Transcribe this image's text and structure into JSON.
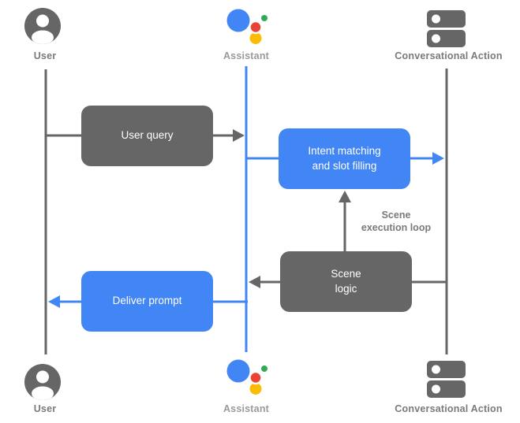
{
  "diagram": {
    "actors": {
      "top": [
        {
          "id": "user",
          "label": "User"
        },
        {
          "id": "assistant",
          "label": "Assistant"
        },
        {
          "id": "action",
          "label": "Conversational Action"
        }
      ],
      "bottom": [
        {
          "id": "user",
          "label": "User"
        },
        {
          "id": "assistant",
          "label": "Assistant"
        },
        {
          "id": "action",
          "label": "Conversational Action"
        }
      ]
    },
    "boxes": {
      "user_query": {
        "lines": [
          "User query"
        ]
      },
      "intent_matching": {
        "lines": [
          "Intent matching",
          "and slot filling"
        ]
      },
      "scene_logic": {
        "lines": [
          "Scene",
          "logic"
        ]
      },
      "deliver_prompt": {
        "lines": [
          "Deliver prompt"
        ]
      }
    },
    "annotations": {
      "scene_execution_loop": {
        "lines": [
          "Scene",
          "execution loop"
        ]
      }
    }
  },
  "colors": {
    "blue": "#4285F4",
    "gray": "#666666",
    "label_gray": "#7a7a7a",
    "assistant_label_gray": "#9a9a9a",
    "assistant_red": "#EA4335",
    "assistant_green": "#34A853",
    "assistant_yellow": "#FBBC05"
  }
}
